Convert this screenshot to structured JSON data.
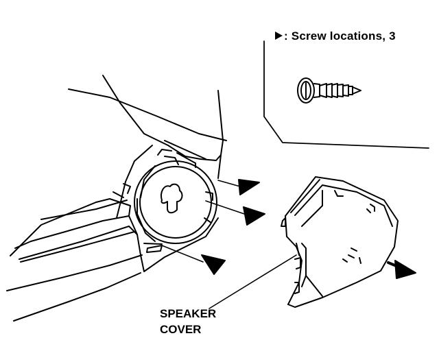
{
  "legend": {
    "symbol_name": "screw-location-marker-icon",
    "text": ": Screw locations, 3"
  },
  "callout": {
    "line1": "SPEAKER",
    "line2": "COVER"
  },
  "colors": {
    "ink": "#000000",
    "paper": "#ffffff"
  }
}
